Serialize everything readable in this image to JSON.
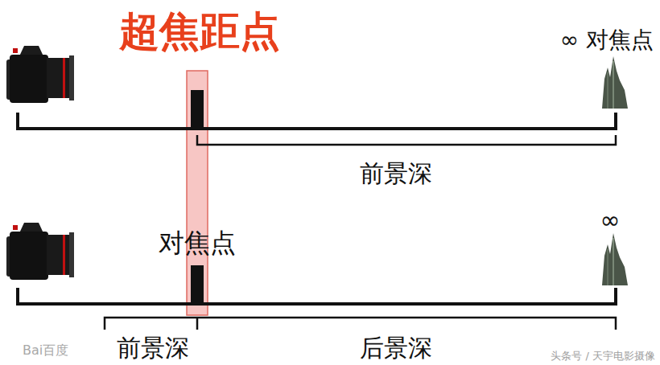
{
  "diagram": {
    "title": "超焦距点",
    "labels": [
      "∞ 对焦点",
      "前景深",
      "对焦点",
      "∞",
      "前景深",
      "后景深",
      "Bai百度",
      "头条号 / 天宇电影摄像"
    ]
  }
}
